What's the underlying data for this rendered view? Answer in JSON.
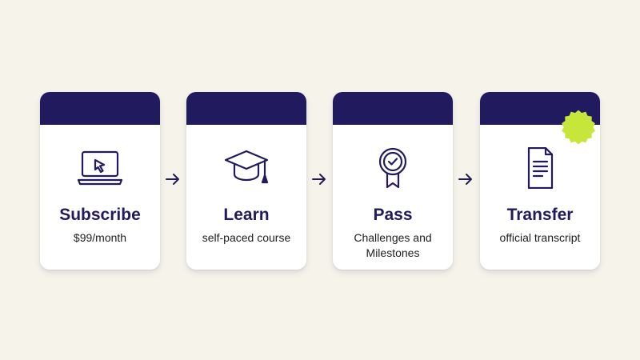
{
  "colors": {
    "background": "#f6f4ea",
    "card_header": "#211a5e",
    "icon_stroke": "#211a5e",
    "title": "#211a5e",
    "badge": "#c6e63c"
  },
  "steps": [
    {
      "title": "Subscribe",
      "subtitle": "$99/month",
      "icon": "laptop-cursor-icon"
    },
    {
      "title": "Learn",
      "subtitle": "self-paced course",
      "icon": "graduation-cap-icon"
    },
    {
      "title": "Pass",
      "subtitle": "Challenges and Milestones",
      "icon": "award-ribbon-icon"
    },
    {
      "title": "Transfer",
      "subtitle": "official transcript",
      "icon": "document-icon"
    }
  ],
  "connectors": [
    "arrow-right-icon",
    "arrow-right-icon",
    "arrow-right-icon"
  ],
  "badge_icon": "starburst-badge-icon"
}
